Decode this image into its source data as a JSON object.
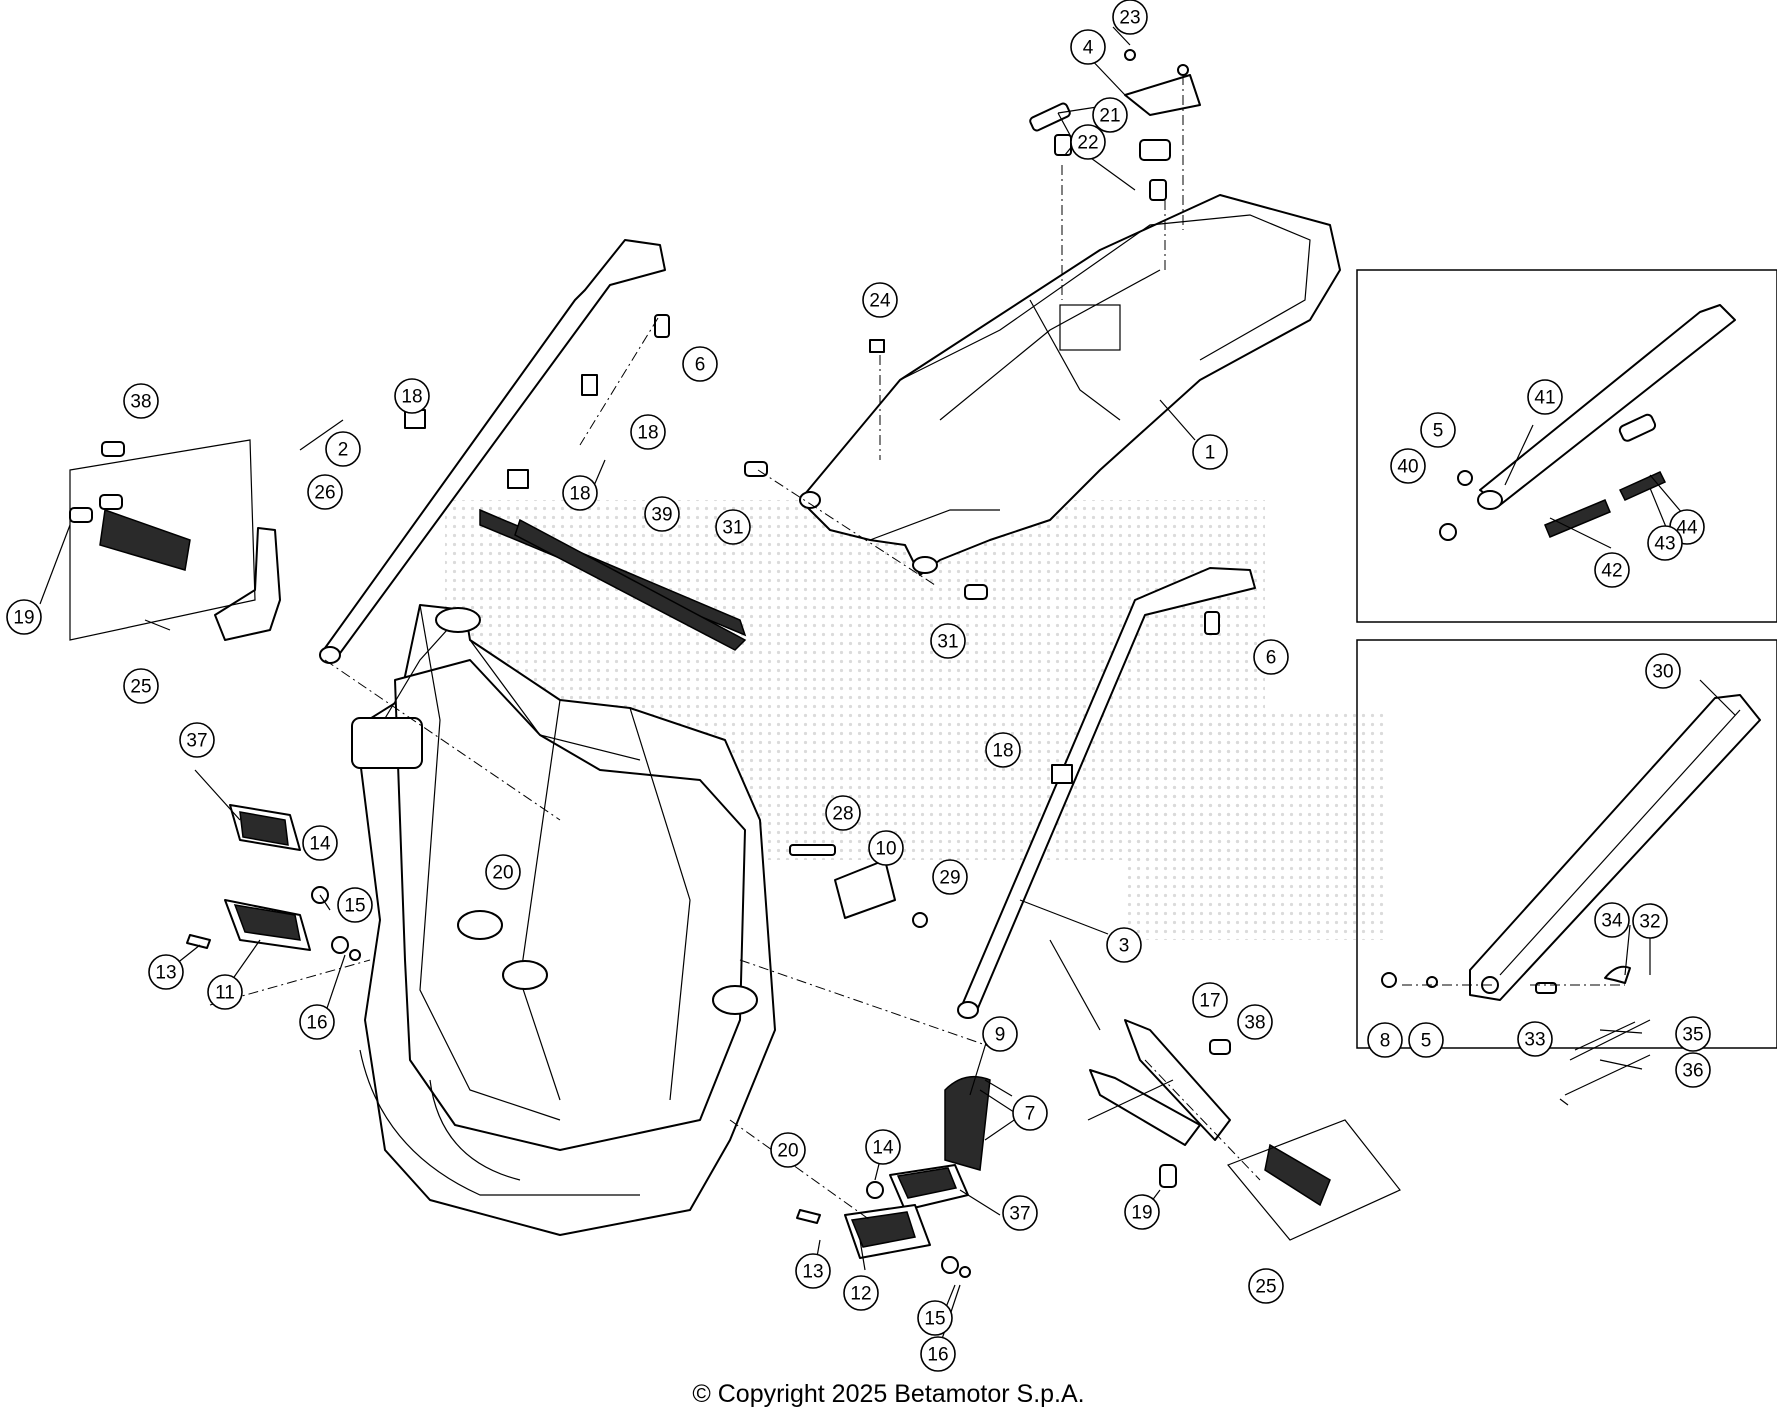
{
  "copyright": "© Copyright 2025 Betamotor S.p.A.",
  "callouts": [
    "23",
    "4",
    "21",
    "22",
    "24",
    "6",
    "18",
    "38",
    "26",
    "2",
    "18",
    "1",
    "18",
    "39",
    "31",
    "5",
    "41",
    "40",
    "44",
    "43",
    "42",
    "19",
    "25",
    "31",
    "6",
    "30",
    "37",
    "28",
    "10",
    "18",
    "14",
    "15",
    "20",
    "29",
    "13",
    "11",
    "16",
    "3",
    "34",
    "32",
    "17",
    "38",
    "8",
    "5",
    "33",
    "35",
    "9",
    "36",
    "7",
    "20",
    "14",
    "37",
    "19",
    "13",
    "12",
    "25",
    "15",
    "16"
  ]
}
